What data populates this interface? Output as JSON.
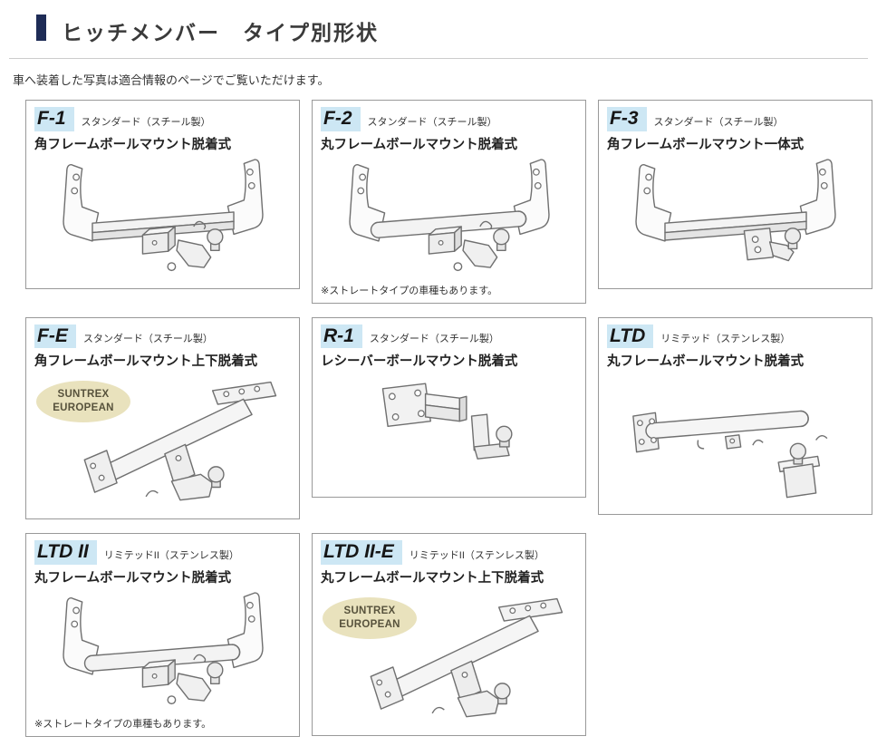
{
  "page": {
    "title": "ヒッチメンバー　タイプ別形状",
    "subtitle": "車へ装着した写真は適合情報のページでご覧いただけます。"
  },
  "colors": {
    "accent_bar": "#1e2c56",
    "code_highlight": "#cde7f4",
    "badge_background": "#e9e2bd",
    "card_border": "#999999"
  },
  "cards": [
    {
      "code": "F-1",
      "category": "スタンダード（スチール製）",
      "desc": "角フレームボールマウント脱着式"
    },
    {
      "code": "F-2",
      "category": "スタンダード（スチール製）",
      "desc": "丸フレームボールマウント脱着式",
      "note": "※ストレートタイプの車種もあります。"
    },
    {
      "code": "F-3",
      "category": "スタンダード（スチール製）",
      "desc": "角フレームボールマウント一体式"
    },
    {
      "code": "F-E",
      "category": "スタンダード（スチール製）",
      "desc": "角フレームボールマウント上下脱着式",
      "badge": [
        "SUNTREX",
        "EUROPEAN"
      ]
    },
    {
      "code": "R-1",
      "category": "スタンダード（スチール製）",
      "desc": "レシーバーボールマウント脱着式"
    },
    {
      "code": "LTD",
      "category": "リミテッド（ステンレス製）",
      "desc": "丸フレームボールマウント脱着式"
    },
    {
      "code": "LTD II",
      "category": "リミテッドII（ステンレス製）",
      "desc": "丸フレームボールマウント脱着式",
      "note": "※ストレートタイプの車種もあります。"
    },
    {
      "code": "LTD II-E",
      "category": "リミテッドII（ステンレス製）",
      "desc": "丸フレームボールマウント上下脱着式",
      "badge": [
        "SUNTREX",
        "EUROPEAN"
      ]
    }
  ]
}
